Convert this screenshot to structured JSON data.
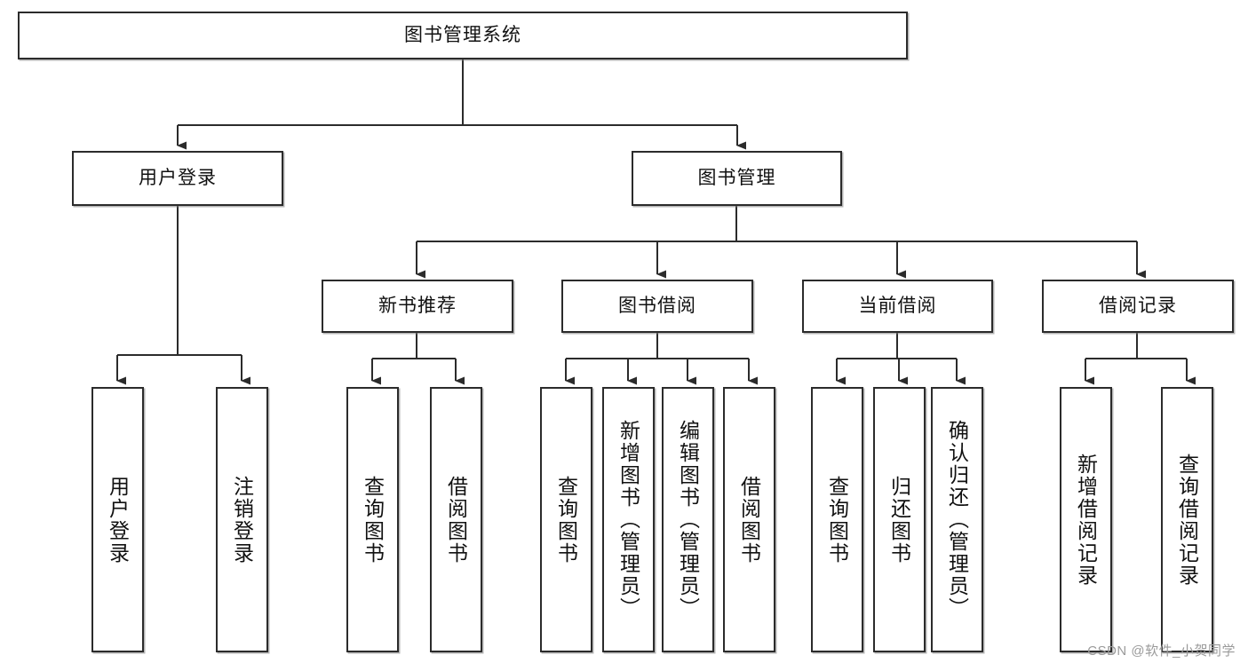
{
  "diagram": {
    "kind": "tree-hierarchy",
    "title": "图书管理系统",
    "watermark": "CSDN @软件_小贺同学",
    "colors": {
      "box_border": "#2b2b2b",
      "box_fill": "#ffffff",
      "connector": "#2b2b2b",
      "text": "#111111",
      "watermark": "#9a9a9a",
      "background": "#ffffff"
    },
    "nodes": {
      "root": {
        "label": "图书管理系统"
      },
      "level2": [
        {
          "label": "用户登录"
        },
        {
          "label": "图书管理"
        }
      ],
      "level3": [
        {
          "label": "新书推荐"
        },
        {
          "label": "图书借阅"
        },
        {
          "label": "当前借阅"
        },
        {
          "label": "借阅记录"
        }
      ],
      "leaves": {
        "user_login": [
          {
            "label": "用户登录"
          },
          {
            "label": "注销登录"
          }
        ],
        "new_book": [
          {
            "label": "查询图书"
          },
          {
            "label": "借阅图书"
          }
        ],
        "borrow_book": [
          {
            "label": "查询图书"
          },
          {
            "label": "新增图书（管理员）"
          },
          {
            "label": "编辑图书（管理员）"
          },
          {
            "label": "借阅图书"
          }
        ],
        "current_borrow": [
          {
            "label": "查询图书"
          },
          {
            "label": "归还图书"
          },
          {
            "label": "确认归还（管理员）"
          }
        ],
        "borrow_record": [
          {
            "label": "新增借阅记录"
          },
          {
            "label": "查询借阅记录"
          }
        ]
      }
    }
  }
}
